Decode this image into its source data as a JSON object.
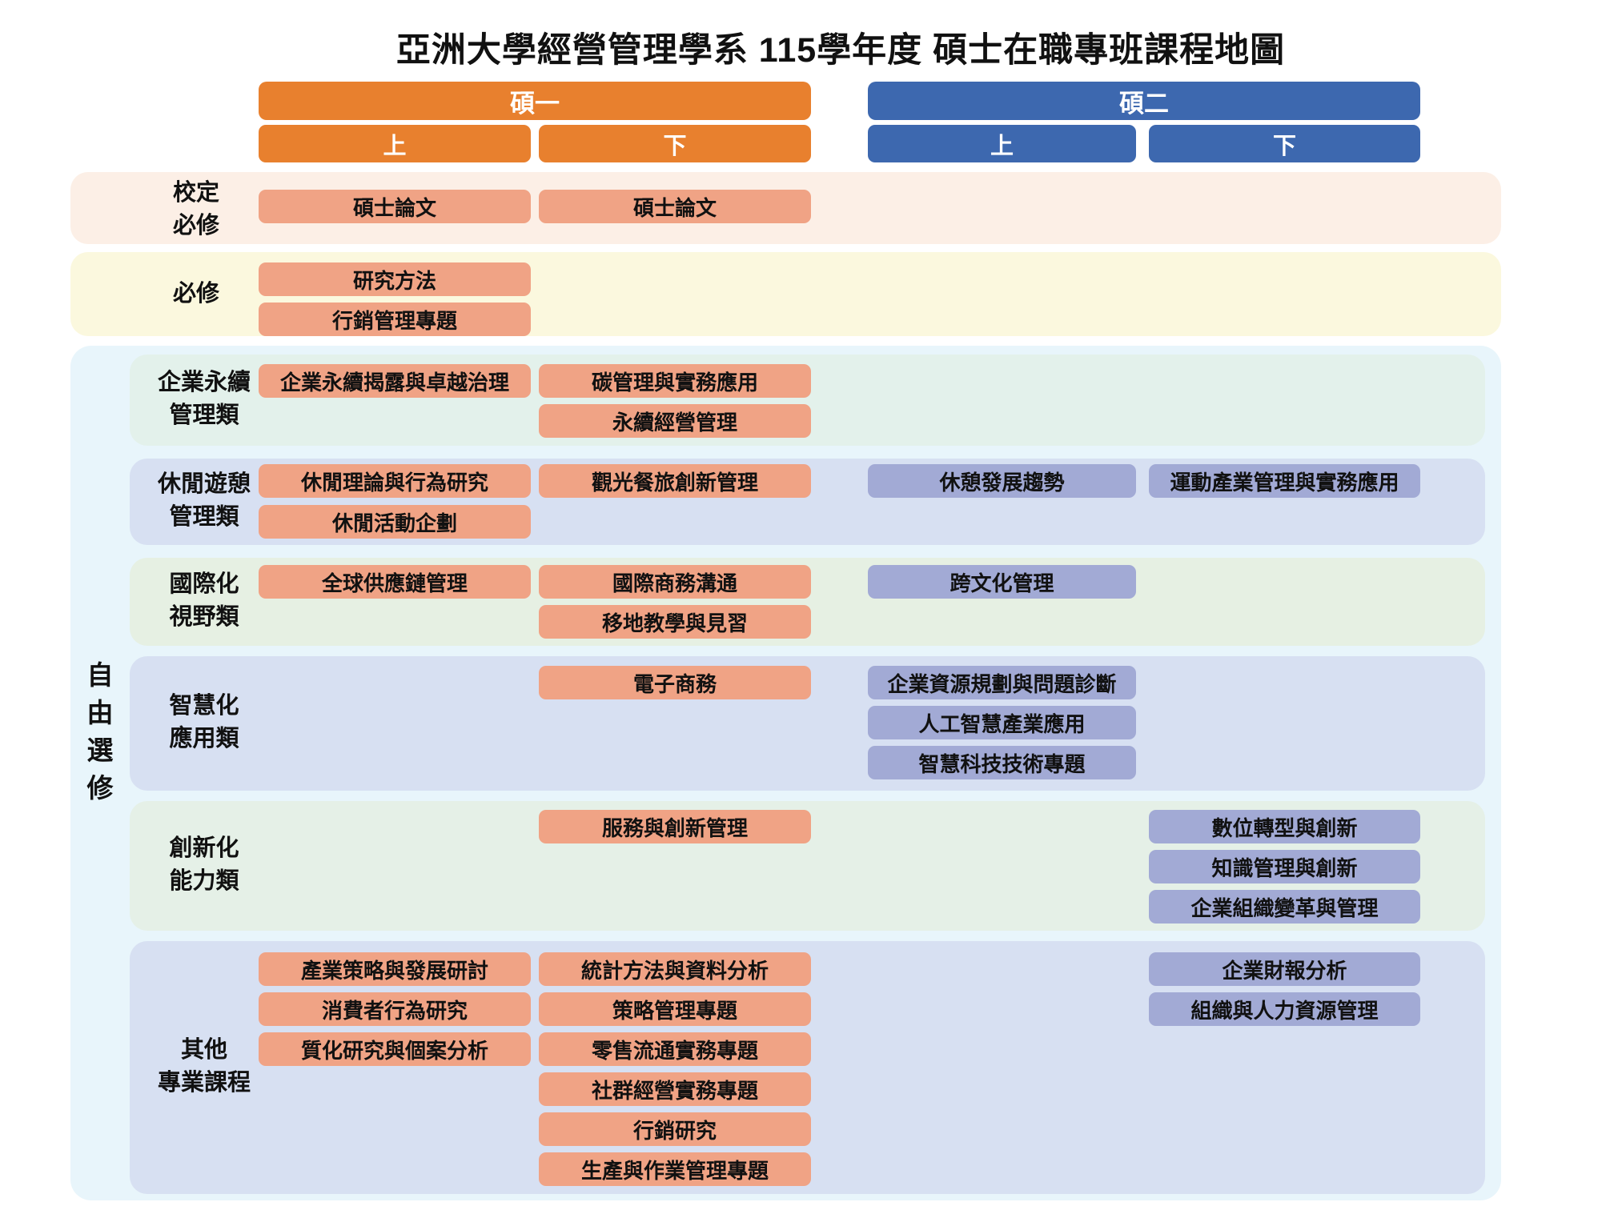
{
  "title": "亞洲大學經營管理學系 115學年度 碩士在職專班課程地圖",
  "colors": {
    "year1_header": "#E8802E",
    "year2_header": "#3D68AF",
    "year1_pill": "#F0A385",
    "year2_pill": "#A2AAD5",
    "univ_required_band": "#FCEFE6",
    "required_band": "#FBF8DE",
    "free_elective_container": "#E8F5FB",
    "green_band": "#E5F0E6",
    "periwinkle_band": "#D7E0F2"
  },
  "headers": {
    "year1": {
      "label": "碩一",
      "semesters": [
        "上",
        "下"
      ]
    },
    "year2": {
      "label": "碩二",
      "semesters": [
        "上",
        "下"
      ]
    }
  },
  "sections": {
    "univ_required": {
      "label": [
        "校定",
        "必修"
      ]
    },
    "required": {
      "label": [
        "必修"
      ]
    },
    "free_elective": {
      "label": [
        "自",
        "由",
        "選",
        "修"
      ]
    },
    "sustain": {
      "label": [
        "企業永續",
        "管理類"
      ]
    },
    "leisure": {
      "label": [
        "休閒遊憩",
        "管理類"
      ]
    },
    "global": {
      "label": [
        "國際化",
        "視野類"
      ]
    },
    "smart": {
      "label": [
        "智慧化",
        "應用類"
      ]
    },
    "innovation": {
      "label": [
        "創新化",
        "能力類"
      ]
    },
    "other": {
      "label": [
        "其他",
        "專業課程"
      ]
    }
  },
  "courses": {
    "univ_required": {
      "y1a": [
        "碩士論文"
      ],
      "y1b": [
        "碩士論文"
      ]
    },
    "required": {
      "y1a": [
        "研究方法",
        "行銷管理專題"
      ]
    },
    "sustain": {
      "y1a": [
        "企業永續揭露與卓越治理"
      ],
      "y1b": [
        "碳管理與實務應用",
        "永續經營管理"
      ]
    },
    "leisure": {
      "y1a": [
        "休閒理論與行為研究",
        "休閒活動企劃"
      ],
      "y1b": [
        "觀光餐旅創新管理"
      ],
      "y2a": [
        "休憩發展趨勢"
      ],
      "y2b": [
        "運動產業管理與實務應用"
      ]
    },
    "global": {
      "y1a": [
        "全球供應鏈管理"
      ],
      "y1b": [
        "國際商務溝通",
        "移地教學與見習"
      ],
      "y2a": [
        "跨文化管理"
      ]
    },
    "smart": {
      "y1b": [
        "電子商務"
      ],
      "y2a": [
        "企業資源規劃與問題診斷",
        "人工智慧產業應用",
        "智慧科技技術專題"
      ]
    },
    "innovation": {
      "y1b": [
        "服務與創新管理"
      ],
      "y2b": [
        "數位轉型與創新",
        "知識管理與創新",
        "企業組織變革與管理"
      ]
    },
    "other": {
      "y1a": [
        "產業策略與發展研討",
        "消費者行為研究",
        "質化研究與個案分析"
      ],
      "y1b": [
        "統計方法與資料分析",
        "策略管理專題",
        "零售流通實務專題",
        "社群經營實務專題",
        "行銷研究",
        "生產與作業管理專題"
      ],
      "y2b": [
        "企業財報分析",
        "組織與人力資源管理"
      ]
    }
  }
}
